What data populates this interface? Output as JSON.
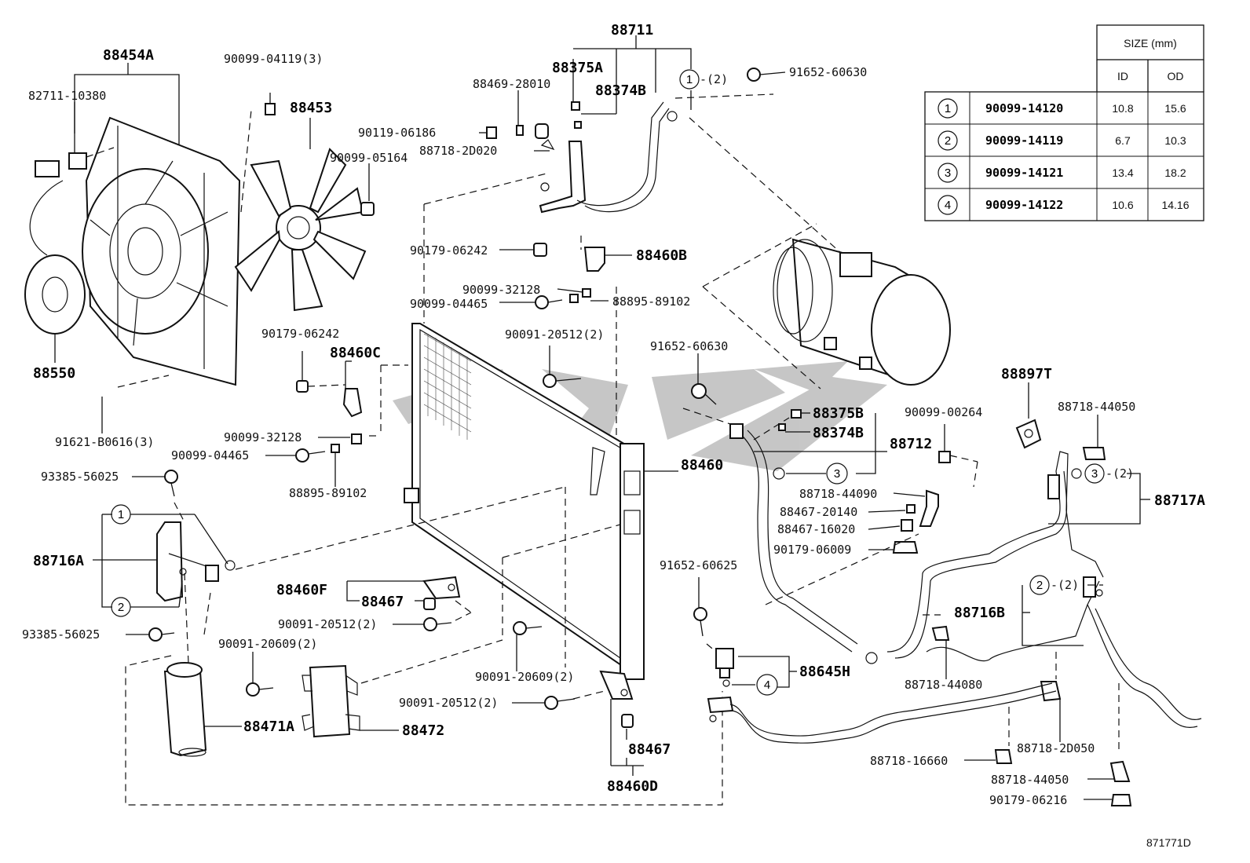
{
  "labels": {
    "p88711": "88711",
    "p88454A": "88454A",
    "p82711_10380": "82711-10380",
    "p90099_04119": "90099-04119(3)",
    "p88453": "88453",
    "p88375A": "88375A",
    "p88469_28010": "88469-28010",
    "p88374B_top": "88374B",
    "p90119_06186": "90119-06186",
    "p88718_2D020": "88718-2D020",
    "p90099_05164": "90099-05164",
    "p91652_60630_top": "91652-60630",
    "p_circle1_2_top": "-(2)",
    "p90179_06242_mid": "90179-06242",
    "p88460B": "88460B",
    "p90099_32128_top": "90099-32128",
    "p90099_04465_top": "90099-04465",
    "p88895_89102_top": "88895-89102",
    "p88550": "88550",
    "p90179_06242_left": "90179-06242",
    "p88460C": "88460C",
    "p90091_20512_top": "90091-20512(2)",
    "p91652_60630_mid": "91652-60630",
    "p91621_B0616": "91621-B0616(3)",
    "p88375B": "88375B",
    "p88374B_mid": "88374B",
    "p88712": "88712",
    "p90099_00264": "90099-00264",
    "p88897T": "88897T",
    "p88718_44050_top": "88718-44050",
    "p90099_32128_left": "90099-32128",
    "p90099_04465_left": "90099-04465",
    "p88460": "88460",
    "p93385_56025_top": "93385-56025",
    "p88895_89102_left": "88895-89102",
    "p88718_44090": "88718-44090",
    "p88467_20140": "88467-20140",
    "p88467_16020": "88467-16020",
    "p90179_06009": "90179-06009",
    "p88717A": "88717A",
    "p_circle3_2": "-(2)",
    "p88716A": "88716A",
    "p91652_60625": "91652-60625",
    "p88460F": "88460F",
    "p88467_top": "88467",
    "p90091_20512_mid": "90091-20512(2)",
    "p93385_56025_bot": "93385-56025",
    "p90091_20609_left": "90091-20609(2)",
    "p88716B": "88716B",
    "p_circle2_2": "-(2)",
    "p88645H": "88645H",
    "p88718_44080": "88718-44080",
    "p90091_20609_mid": "90091-20609(2)",
    "p90091_20512_bot": "90091-20512(2)",
    "p88471A": "88471A",
    "p88472": "88472",
    "p88467_bot": "88467",
    "p88718_2D050": "88718-2D050",
    "p88718_16660": "88718-16660",
    "p88718_44050_bot": "88718-44050",
    "p88460D": "88460D",
    "p90179_06216": "90179-06216",
    "diagram_id": "871771D"
  },
  "markers": {
    "m1": "1",
    "m2": "2",
    "m3": "3",
    "m4": "4"
  },
  "size_table": {
    "header_size": "SIZE (mm)",
    "header_id": "ID",
    "header_od": "OD",
    "rows": [
      {
        "mark": "1",
        "part": "90099-14120",
        "id": "10.8",
        "od": "15.6"
      },
      {
        "mark": "2",
        "part": "90099-14119",
        "id": "6.7",
        "od": "10.3"
      },
      {
        "mark": "3",
        "part": "90099-14121",
        "id": "13.4",
        "od": "18.2"
      },
      {
        "mark": "4",
        "part": "90099-14122",
        "id": "10.6",
        "od": "14.16"
      }
    ]
  }
}
